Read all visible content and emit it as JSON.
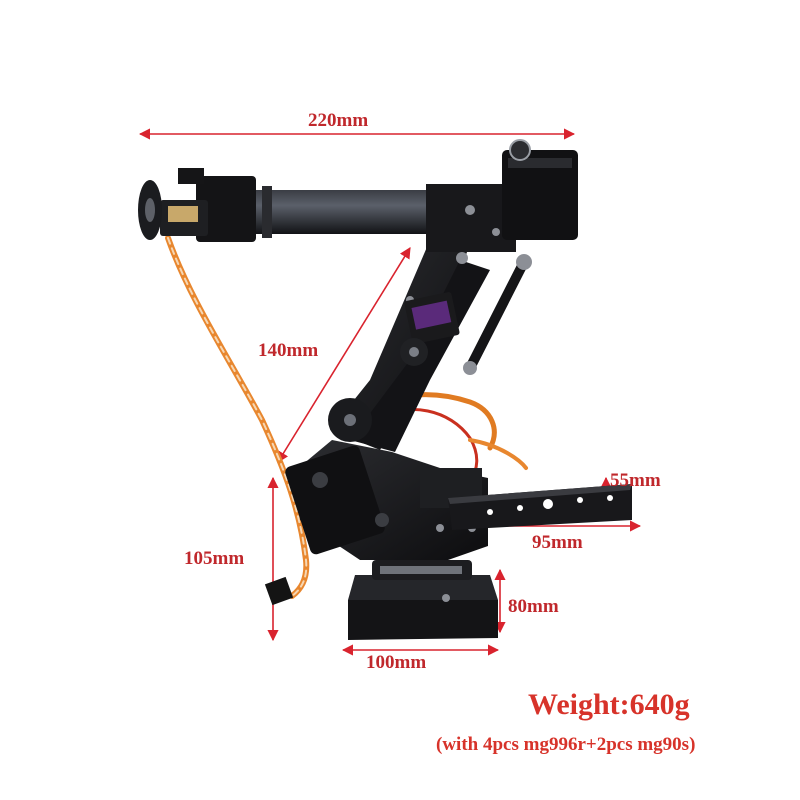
{
  "dimensions": {
    "width_top": "220mm",
    "arm_diagonal": "140mm",
    "base_height": "105mm",
    "plate_thickness": "55mm",
    "plate_length": "95mm",
    "base_depth": "80mm",
    "base_width": "100mm"
  },
  "weight": {
    "label": "Weight:640g",
    "note": "(with 4pcs mg996r+2pcs mg90s)"
  },
  "colors": {
    "dimension_text": "#c0282c",
    "arrow": "#d9232e",
    "weight_text": "#d7332a",
    "robot_body": "#1b1b1d",
    "servo_accent": "#5a2a7a",
    "wire": "#e8872f"
  }
}
